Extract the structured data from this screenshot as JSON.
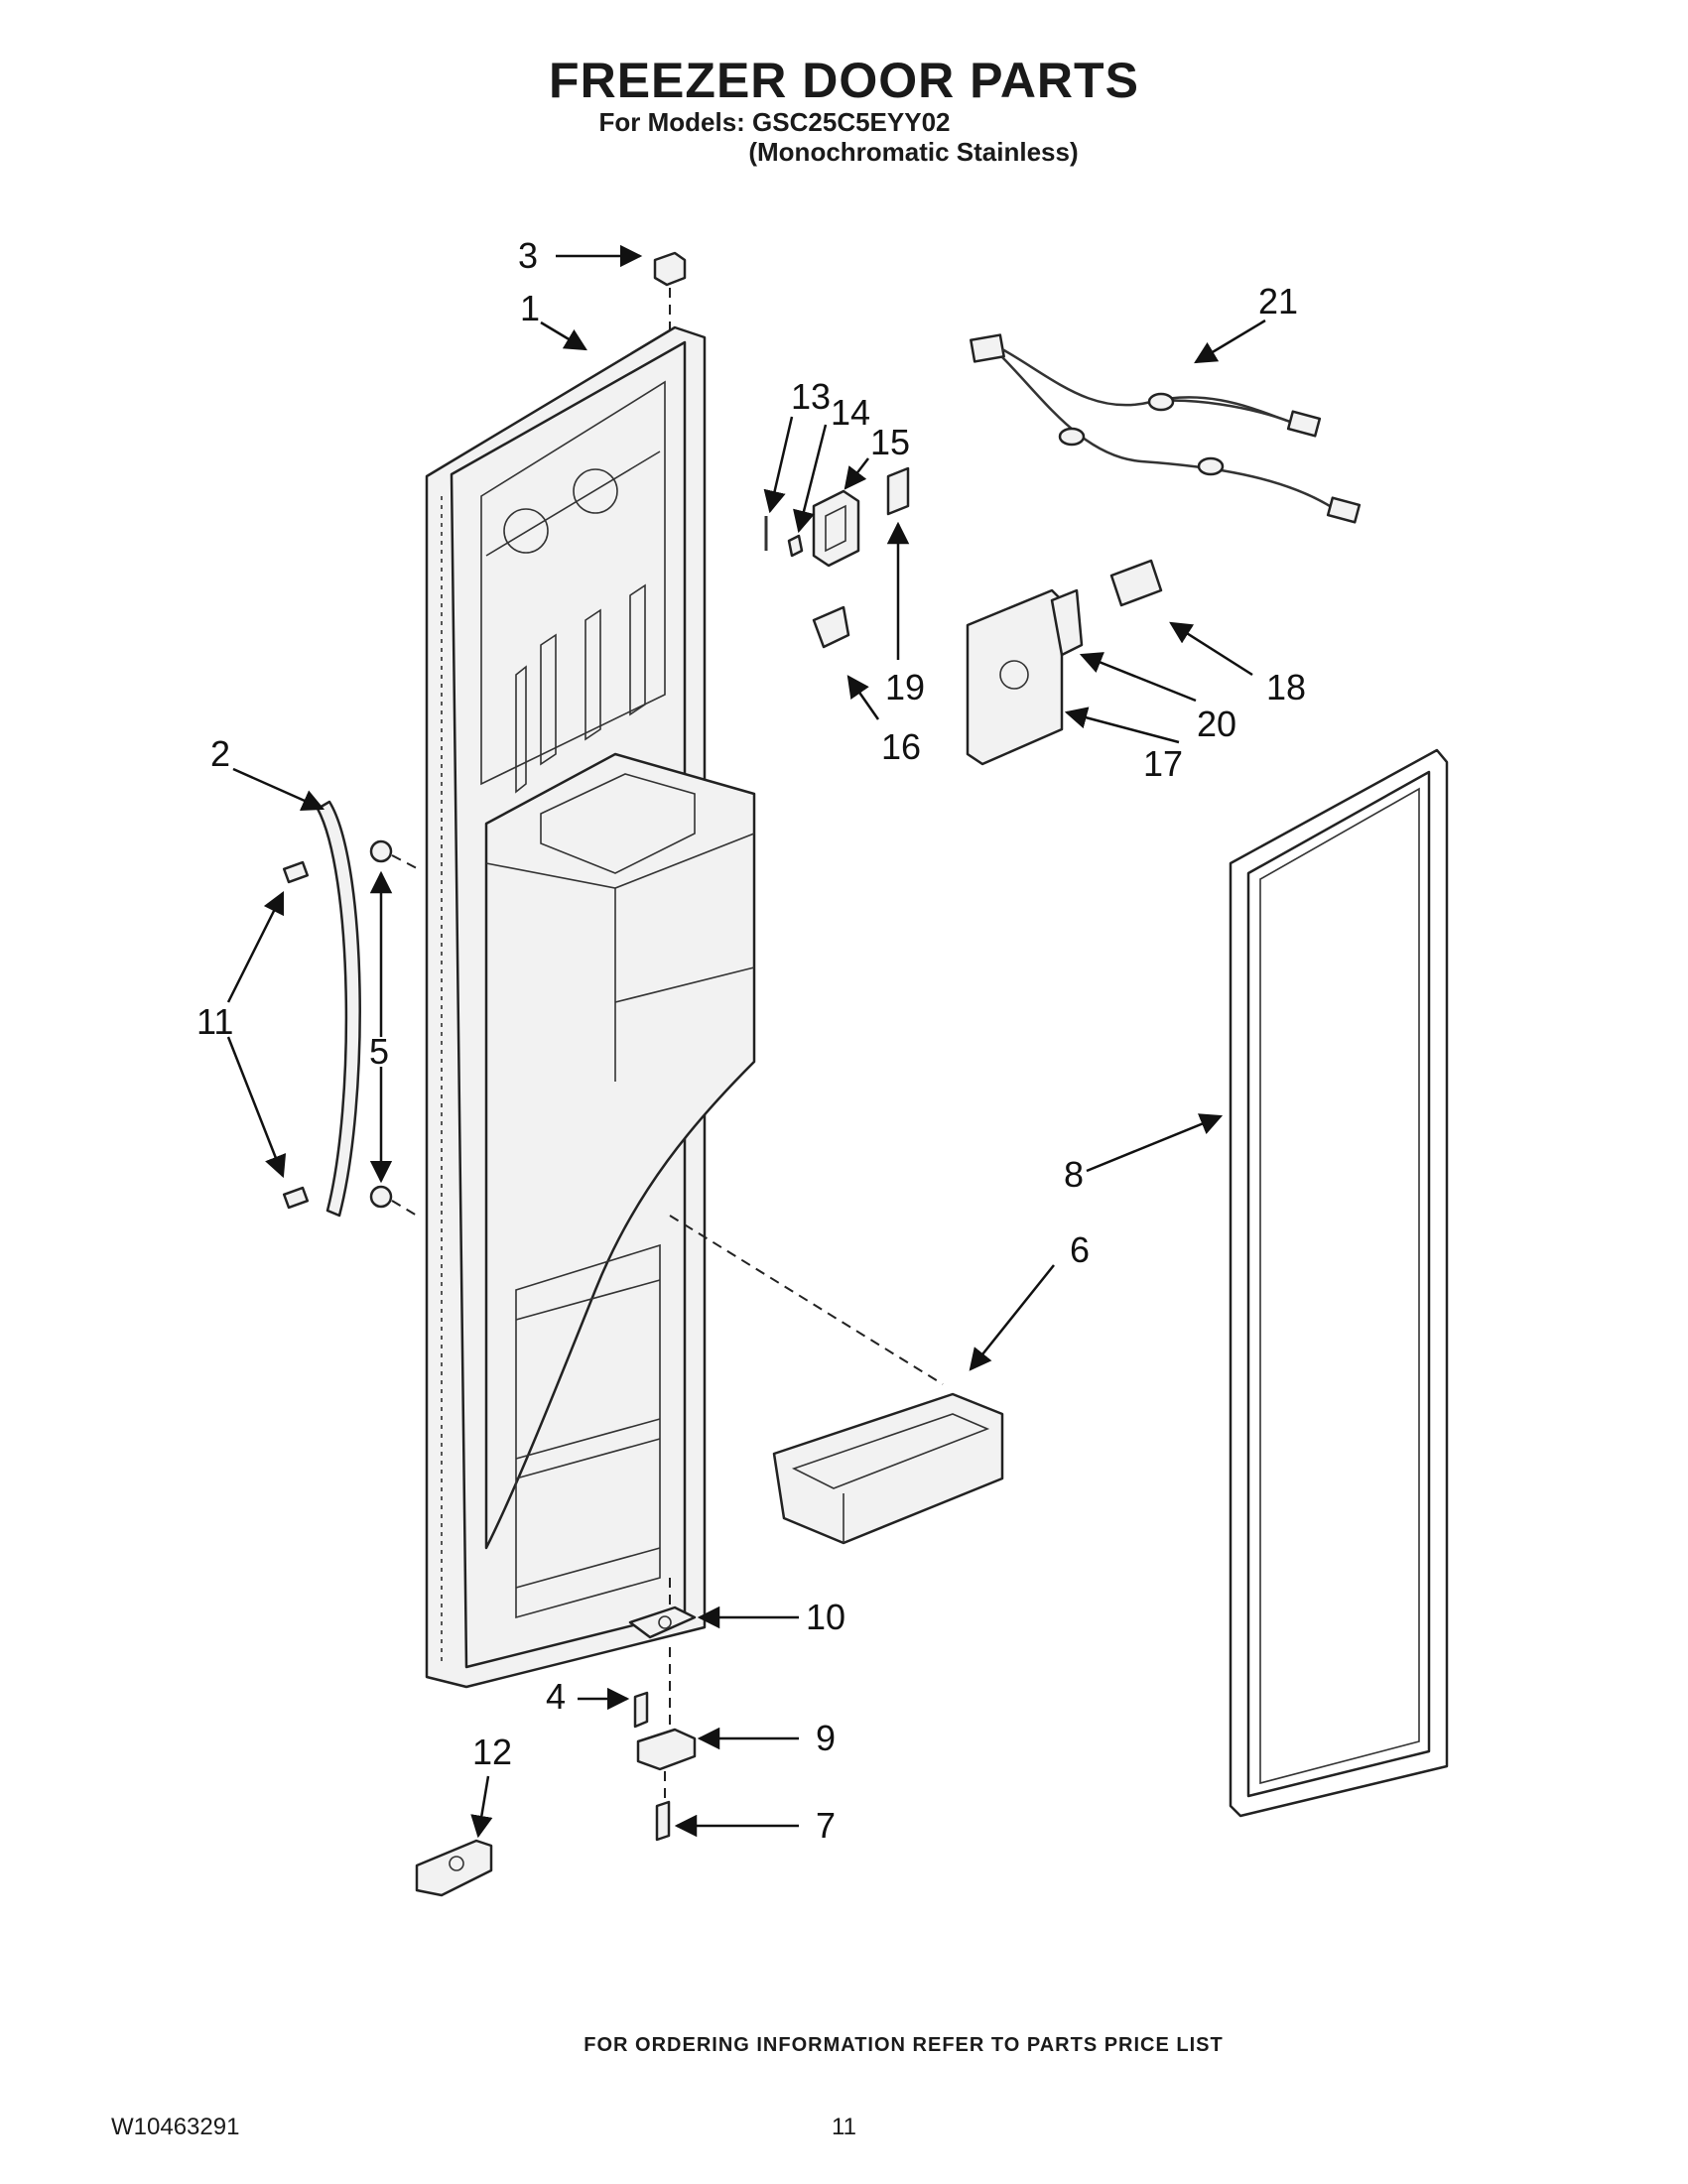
{
  "header": {
    "title": "FREEZER DOOR PARTS",
    "models_line": "For Models: GSC25C5EYY02",
    "finish_line": "(Monochromatic Stainless)"
  },
  "callouts": {
    "c1": "1",
    "c2": "2",
    "c3": "3",
    "c4": "4",
    "c5": "5",
    "c6": "6",
    "c7": "7",
    "c8": "8",
    "c9": "9",
    "c10": "10",
    "c11": "11",
    "c12": "12",
    "c13": "13",
    "c14": "14",
    "c15": "15",
    "c16": "16",
    "c17": "17",
    "c18": "18",
    "c19": "19",
    "c20": "20",
    "c21": "21"
  },
  "footer": {
    "ordering_note": "FOR ORDERING INFORMATION REFER TO PARTS PRICE LIST",
    "document_id": "W10463291",
    "page_number": "11"
  }
}
